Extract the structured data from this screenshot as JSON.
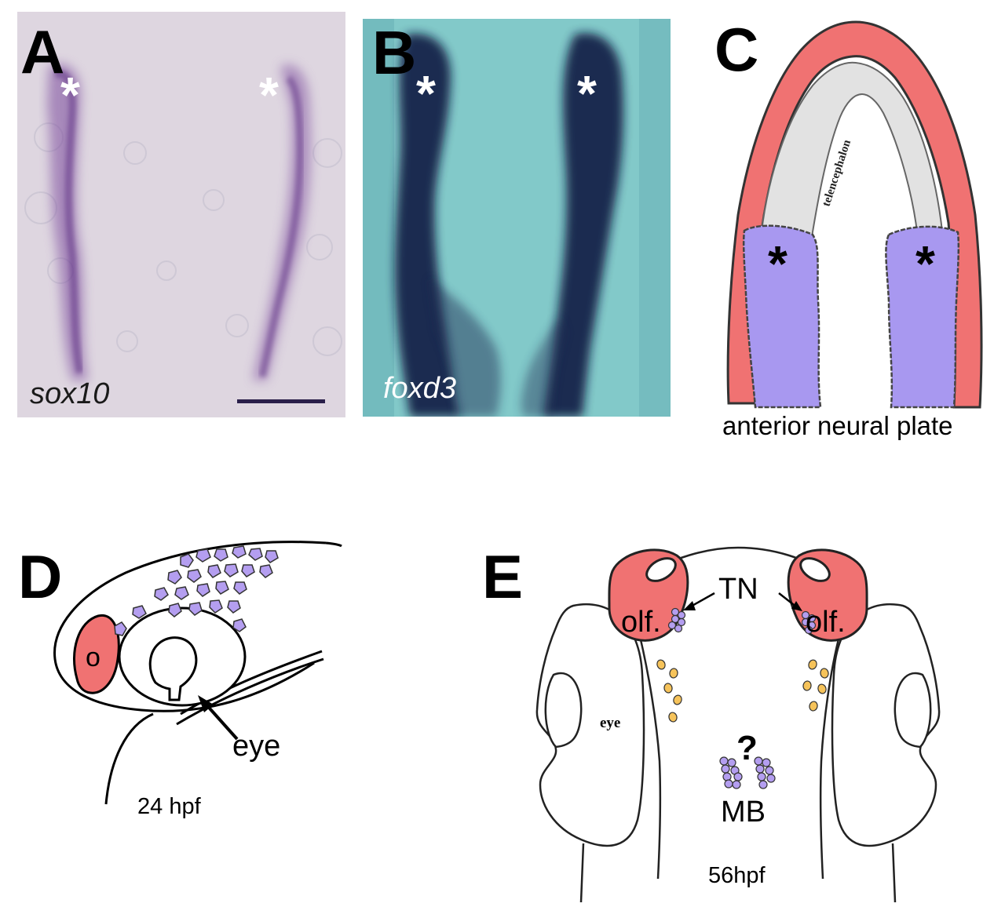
{
  "panels": {
    "a": {
      "label": "A",
      "gene": "sox10",
      "asterisk": "*"
    },
    "b": {
      "label": "B",
      "gene": "foxd3",
      "asterisk": "*"
    },
    "c": {
      "label": "C",
      "region": "telencephalon",
      "caption": "anterior neural plate",
      "asterisk": "*"
    },
    "d": {
      "label": "D",
      "olfactory_mark": "o",
      "eye_label": "eye",
      "stage": "24 hpf"
    },
    "e": {
      "label": "E",
      "olf_label": "olf.",
      "tn_label": "TN",
      "eye_label": "eye",
      "question": "?",
      "mb_label": "MB",
      "stage": "56hpf"
    }
  },
  "colors": {
    "stain_purple": "#6b3d8c",
    "foxd3_bg": "#7cc6c6",
    "foxd3_stain": "#0e1640",
    "neural_crest_red": "#f07070",
    "lilac_cells": "#b49ef0",
    "orange_cells": "#f6c35a",
    "gray_fill": "#e2e2e2"
  }
}
